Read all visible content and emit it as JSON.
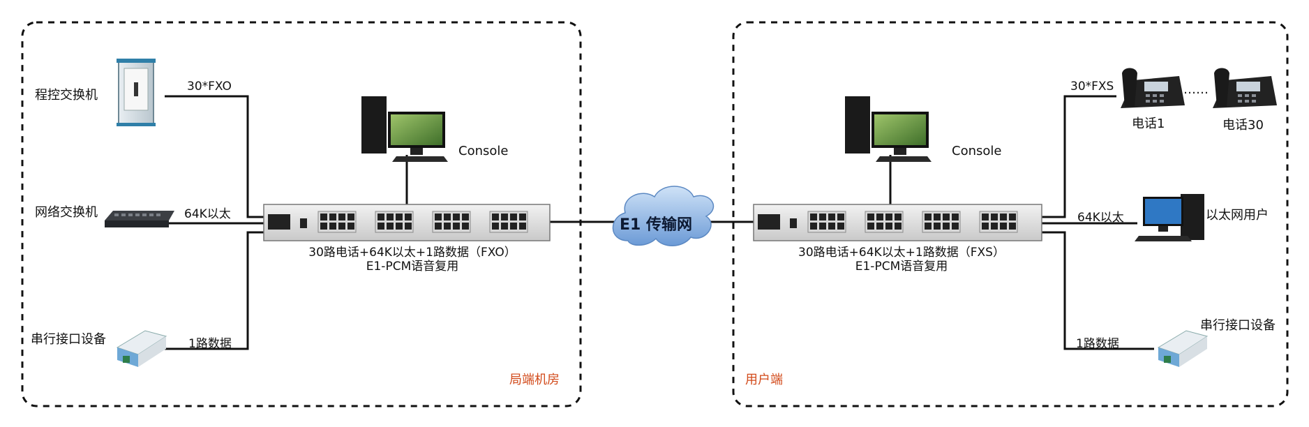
{
  "colors": {
    "line": "#111111",
    "region_label": "#d24a1a",
    "cloud": "#8fb7e6"
  },
  "left": {
    "region_label": "局端机房",
    "devices": {
      "pbx": "程控交换机",
      "switch": "网络交换机",
      "serial": "串行接口设备"
    },
    "links": {
      "fxo": "30*FXO",
      "eth": "64K以太",
      "data": "1路数据"
    },
    "console": "Console",
    "mux_caption_1": "30路电话+64K以太+1路数据（FXO）",
    "mux_caption_2": "E1-PCM语音复用"
  },
  "network": {
    "label": "E1 传输网"
  },
  "right": {
    "region_label": "用户端",
    "devices": {
      "phone1": "电话1",
      "phone30": "电话30",
      "ellipsis": "……",
      "pc": "以太网用户",
      "serial": "串行接口设备"
    },
    "links": {
      "fxs": "30*FXS",
      "eth": "64K以太",
      "data": "1路数据"
    },
    "console": "Console",
    "mux_caption_1": "30路电话+64K以太+1路数据（FXS）",
    "mux_caption_2": "E1-PCM语音复用"
  }
}
